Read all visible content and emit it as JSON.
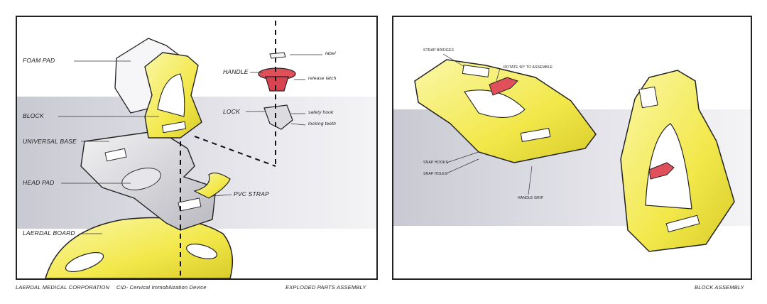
{
  "left_panel": {
    "labels": {
      "foam_pad": "FOAM PAD",
      "block": "BLOCK",
      "universal_base": "UNIVERSAL BASE",
      "head_pad": "HEAD PAD",
      "laerdal_board": "LAERDAL BOARD",
      "handle": "HANDLE",
      "lock": "LOCK",
      "pvc_strap": "PVC STRAP",
      "label": "label",
      "release_latch": "release latch",
      "safety_hook": "safety hook",
      "locking_teeth": "locking teeth"
    }
  },
  "right_panel": {
    "labels": {
      "strap_bridges": "STRAP BRIDGES",
      "rotate": "ROTATE 90° TO ASSEMBLE",
      "snap_hooks": "SNAP HOOKS",
      "snap_holes": "SNAP HOLES",
      "handle_grip": "HANDLE GRIP"
    }
  },
  "footer": {
    "company": "LAERDAL MEDICAL CORPORATION",
    "device": "CID- Cervical Immobilization Device",
    "left_title": "EXPLODED PARTS ASSEMBLY",
    "right_title": "BLOCK ASSEMBLY"
  },
  "colors": {
    "yellow": "#f4ec6a",
    "gray_part": "#d8d8dc",
    "red_part": "#e0505a"
  }
}
